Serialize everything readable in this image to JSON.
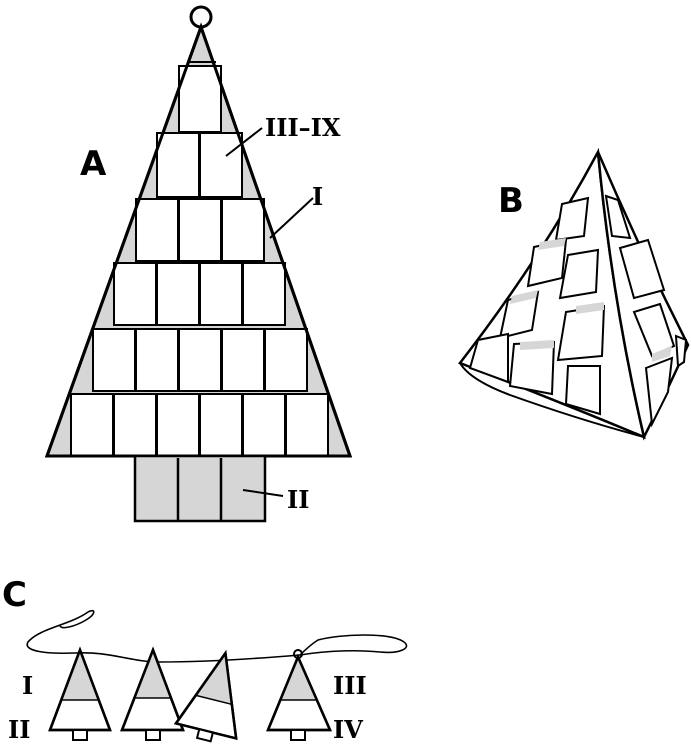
{
  "panel_a": {
    "label": "A",
    "callout_top": "III–IX",
    "callout_side": "I",
    "callout_trunk": "II"
  },
  "panel_b": {
    "label": "B"
  },
  "panel_c": {
    "label": "C",
    "left_top": "I",
    "left_bottom": "II",
    "right_top": "III",
    "right_bottom": "IV"
  },
  "colors": {
    "line": "#000000",
    "shade": "#d6d6d6",
    "paper": "#ffffff"
  }
}
